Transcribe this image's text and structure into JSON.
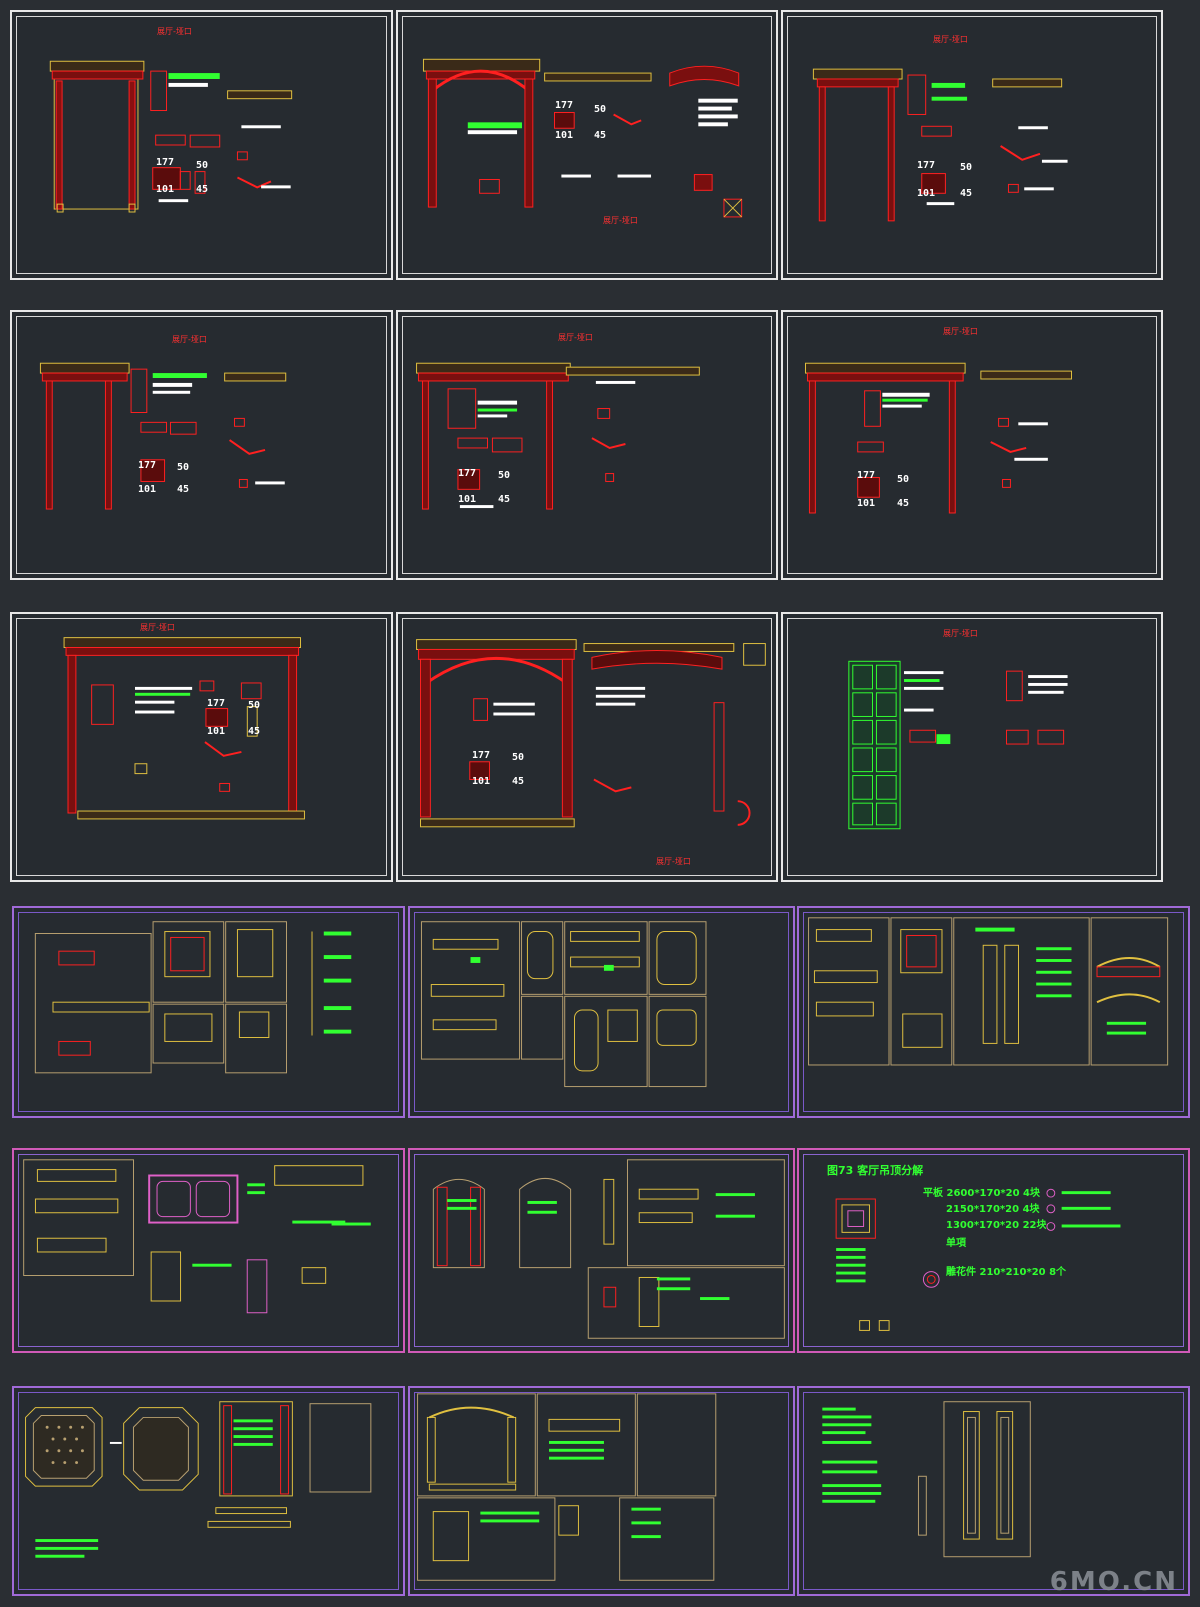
{
  "sheets_top": [
    {
      "title": "展厅-垭口",
      "dims": [
        "177",
        "101",
        "50",
        "45"
      ]
    },
    {
      "title": "展厅-垭口",
      "dims": [
        "177",
        "101",
        "50",
        "45"
      ]
    },
    {
      "title": "展厅-垭口",
      "dims": [
        "177",
        "101",
        "50",
        "45"
      ]
    },
    {
      "title": "展厅-垭口",
      "dims": [
        "177",
        "101",
        "50",
        "45"
      ]
    },
    {
      "title": "展厅-垭口",
      "dims": [
        "177",
        "101",
        "50",
        "45"
      ]
    },
    {
      "title": "展厅-垭口",
      "dims": [
        "177",
        "101",
        "50",
        "45"
      ]
    },
    {
      "title": "展厅-垭口",
      "dims": [
        "177",
        "101",
        "50",
        "45"
      ]
    },
    {
      "title": "展厅-垭口",
      "dims": [
        "177",
        "101",
        "50",
        "45"
      ]
    },
    {
      "title": "展厅-垭口",
      "dims": []
    }
  ],
  "panel_73": {
    "heading": "图73 客厅吊顶分解",
    "line1": "平板 2600*170*20 4块",
    "line2": "2150*170*20 4块",
    "line3": "1300*170*20 22块",
    "line4": "单項",
    "line5": "雕花件 210*210*20 8个"
  },
  "watermark": "6MO.CN",
  "colors": {
    "background": "#2a2e33",
    "frame_white": "#e8e8e8",
    "frame_purple": "#a06ad8",
    "cad_red": "#ff2020",
    "cad_yellow": "#e0c040",
    "cad_green": "#31ff31"
  }
}
